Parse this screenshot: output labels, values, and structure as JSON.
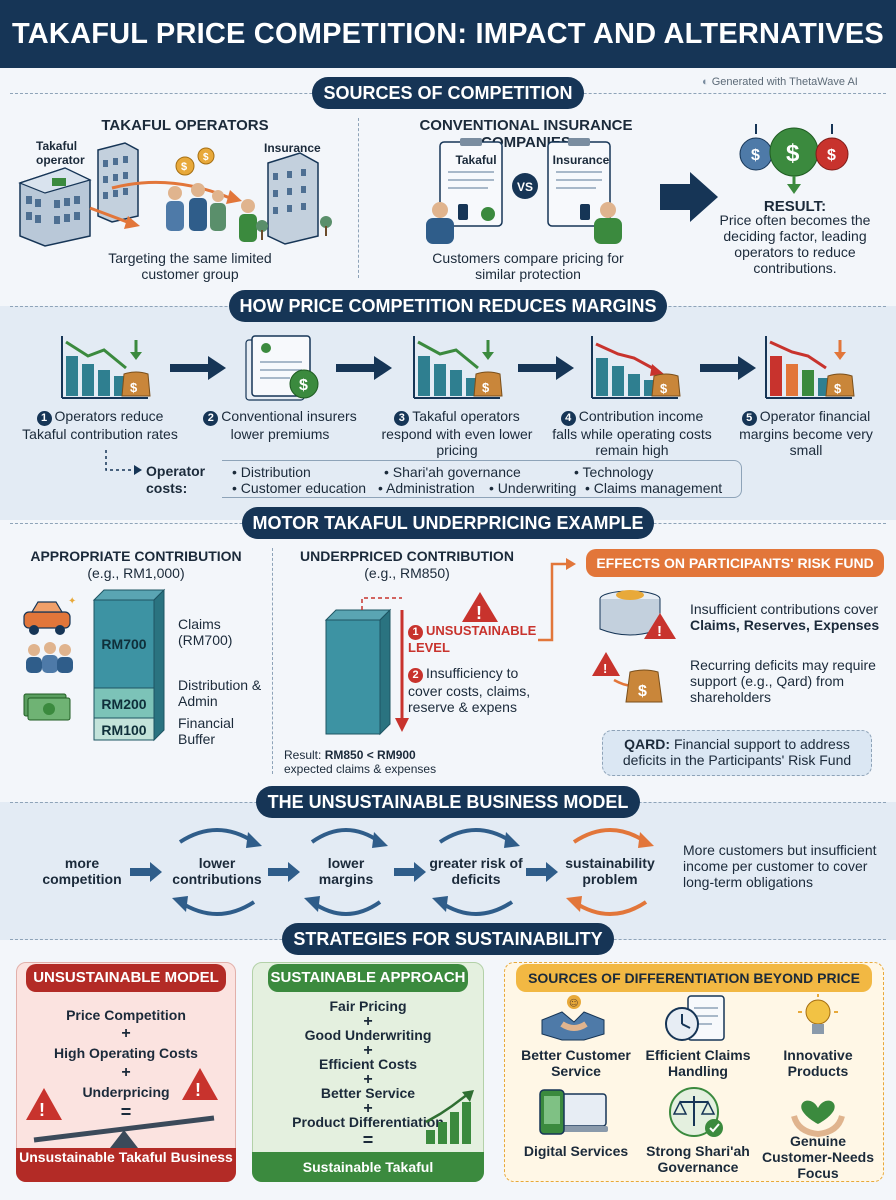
{
  "header": {
    "title": "TAKAFUL PRICE COMPETITION: IMPACT AND ALTERNATIVES"
  },
  "watermark": "Generated with ThetaWave AI",
  "sources": {
    "title": "SOURCES OF COMPETITION",
    "takaful_heading": "TAKAFUL OPERATORS",
    "takaful_operator_label": "Takaful operator",
    "insurance_label": "Insurance",
    "takaful_caption": "Targeting the same limited customer group",
    "conventional_heading": "CONVENTIONAL INSURANCE COMPANIES",
    "doc_takaful": "Takaful",
    "doc_insurance": "Insurance",
    "vs": "VS",
    "conventional_caption": "Customers compare pricing for similar protection",
    "result_title": "RESULT:",
    "result_text": "Price often becomes the deciding factor, leading operators to reduce contributions."
  },
  "margins": {
    "title": "HOW PRICE COMPETITION REDUCES MARGINS",
    "steps": [
      {
        "num": "1",
        "text": "Operators reduce Takaful contribution rates"
      },
      {
        "num": "2",
        "text": "Conventional insurers lower premiums"
      },
      {
        "num": "3",
        "text": "Takaful operators respond with even lower pricing"
      },
      {
        "num": "4",
        "text": "Contribution income falls while operating costs remain high"
      },
      {
        "num": "5",
        "text": "Operator financial margins become very small"
      }
    ],
    "costs_label": "Operator costs:",
    "costs": [
      "• Distribution",
      "• Shari'ah governance",
      "• Technology",
      "• Customer education",
      "• Administration",
      "• Underwriting",
      "• Claims management"
    ]
  },
  "motor": {
    "title": "MOTOR TAKAFUL UNDERPRICING EXAMPLE",
    "appropriate_heading": "APPROPRIATE CONTRIBUTION",
    "appropriate_sub": "(e.g., RM1,000)",
    "seg_claims": "RM700",
    "seg_distribution": "RM200",
    "seg_buffer": "RM100",
    "lbl_claims": "Claims (RM700)",
    "lbl_distribution": "Distribution & Admin",
    "lbl_buffer": "Financial Buffer",
    "underpriced_heading": "UNDERPRICED CONTRIBUTION",
    "underpriced_sub": "(e.g., RM850)",
    "unsustainable_num": "1",
    "unsustainable": "UNSUSTAINABLE LEVEL",
    "insufficiency_num": "2",
    "insufficiency": "Insufficiency to cover costs, claims, reserve & expens",
    "result_prefix": "Result: ",
    "result_bold": "RM850 < RM900",
    "result_suffix": "expected claims & expenses",
    "effects_title": "EFFECTS ON PARTICIPANTS' RISK FUND",
    "effect1_text": "Insufficient contributions cover",
    "effect1_bold": "Claims, Reserves, Expenses",
    "effect2_text": "Recurring deficits may require support (e.g., Qard) from shareholders",
    "qard_bold": "QARD:",
    "qard_text": "Financial support to address deficits in the Participants' Risk Fund"
  },
  "model": {
    "title": "THE UNSUSTAINABLE BUSINESS MODEL",
    "items": [
      "more competition",
      "lower contributions",
      "lower margins",
      "greater risk of deficits",
      "sustainability problem"
    ],
    "summary": "More customers but insufficient income per customer to cover long-term obligations"
  },
  "strategies": {
    "title": "STRATEGIES FOR SUSTAINABILITY",
    "unsustainable_title": "UNSUSTAINABLE MODEL",
    "unsustainable_items": [
      "Price Competition",
      "High Operating Costs",
      "Underpricing"
    ],
    "plus": "+",
    "equals": "=",
    "unsustainable_result": "Unsustainable Takaful Business",
    "sustainable_title": "SUSTAINABLE APPROACH",
    "sustainable_items": [
      "Fair Pricing",
      "Good Underwriting",
      "Efficient Costs",
      "Better Service",
      "Product Differentiation"
    ],
    "sustainable_result": "Sustainable Takaful",
    "diff_title": "SOURCES OF DIFFERENTIATION BEYOND PRICE",
    "diff_items": [
      "Better Customer Service",
      "Efficient Claims Handling",
      "Innovative Products",
      "Digital Services",
      "Strong Shari'ah Governance",
      "Genuine Customer-Needs Focus"
    ]
  },
  "colors": {
    "navy": "#163556",
    "red": "#c8332d",
    "green": "#3b8a3e",
    "orange": "#e2763a",
    "teal": "#2f7f90",
    "gold": "#e8a93a"
  }
}
